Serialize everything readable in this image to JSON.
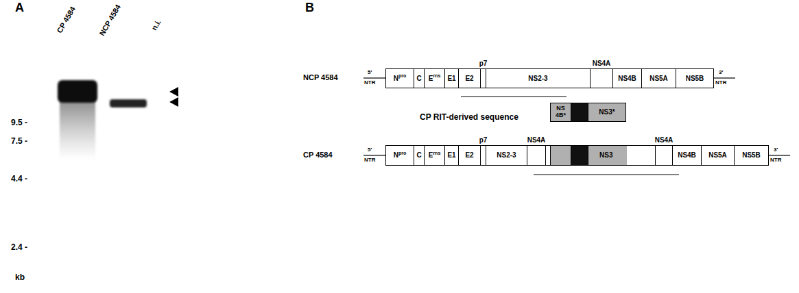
{
  "diagram": {
    "nodes": [
      {
        "text": [
          "N",
          "pro"
        ]
      },
      {
        "text": [
          "C"
        ]
      },
      {
        "text": [
          "E",
          "rns"
        ]
      },
      {
        "text": [
          "E1"
        ]
      },
      {
        "text": [
          "E2"
        ]
      },
      {
        "text": [
          "p7"
        ]
      },
      {
        "text": [
          "NS2-3"
        ]
      },
      {
        "text": [
          "NS4A"
        ]
      },
      {
        "text": [
          "NS4B"
        ]
      },
      {
        "text": [
          "NS5A"
        ]
      },
      {
        "text": [
          "NS5B"
        ]
      },
      {
        "text": [
          "NS 4B*"
        ]
      },
      {
        "text": [
          "NS3*"
        ]
      },
      {
        "text": [
          "N",
          "pro"
        ]
      },
      {
        "text": [
          "C"
        ]
      },
      {
        "text": [
          "E",
          "rns"
        ]
      },
      {
        "text": [
          "E1"
        ]
      },
      {
        "text": [
          "E2"
        ]
      },
      {
        "text": [
          "p7"
        ]
      },
      {
        "text": [
          "NS2-3"
        ]
      },
      {
        "text": [
          "NS4A"
        ]
      },
      {
        "text": [
          "NS3"
        ]
      },
      {
        "text": [
          "NS4A"
        ]
      },
      {
        "text": [
          "NS4B"
        ]
      },
      {
        "text": [
          "NS5A"
        ]
      },
      {
        "text": [
          "NS5B"
        ]
      }
    ],
    "labels": [
      "A",
      "CP 4584",
      "NCP 4584",
      "n.i.",
      "9.5 -",
      "7.5 -",
      "4.4 -",
      "2.4 -",
      "kb",
      "B",
      "NCP 4584",
      "5′",
      "NTR",
      "3′",
      "NTR",
      "CP RIT-derived sequence",
      "CP 4584",
      "5′",
      "NTR",
      "3′",
      "NTR"
    ]
  }
}
